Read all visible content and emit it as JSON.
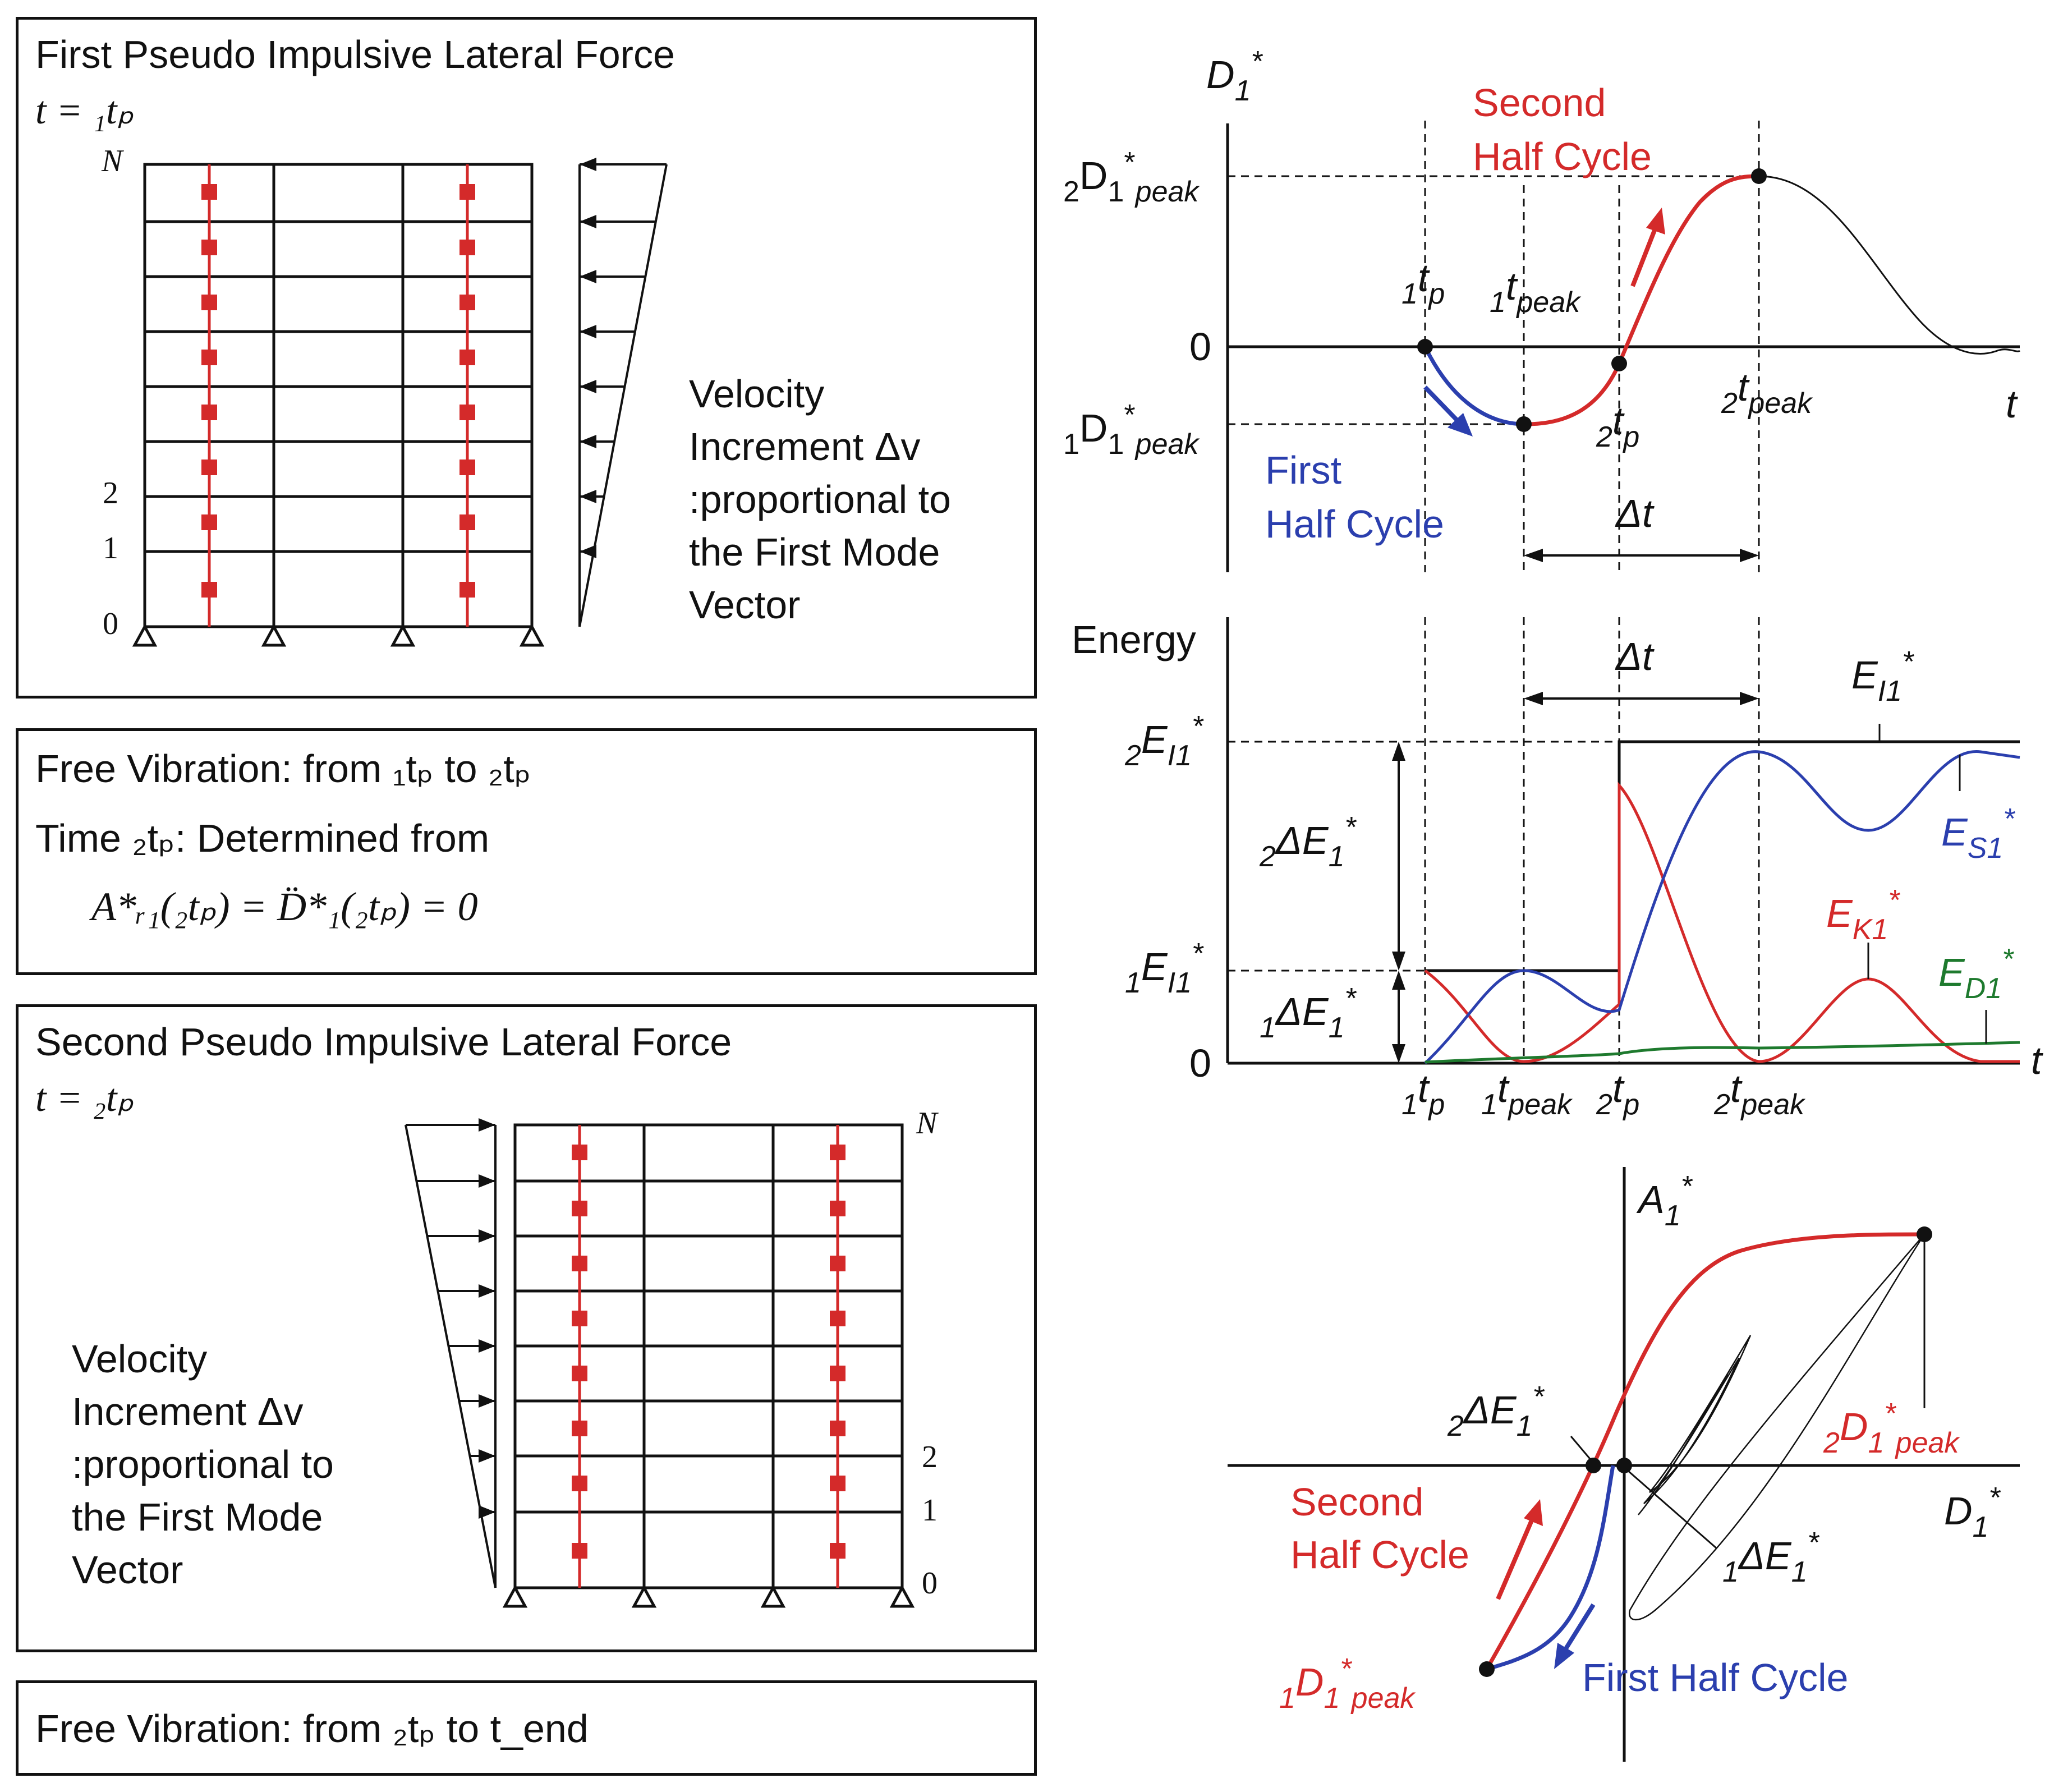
{
  "panels": {
    "p1": {
      "title": "First Pseudo Impulsive Lateral Force",
      "time_label": "t = ₁tₚ",
      "floor_top": "N",
      "floor_2": "2",
      "floor_1": "1",
      "floor_0": "0",
      "note": [
        "Velocity",
        "Increment Δv",
        ":proportional to",
        "the First Mode",
        "Vector"
      ]
    },
    "p2": {
      "line1": "Free Vibration: from ₁tₚ to ₂tₚ",
      "line2": "Time ₂tₚ: Determined from",
      "equation": "A*ᵣ₁(₂tₚ) = D̈*₁(₂tₚ) = 0"
    },
    "p3": {
      "title": "Second Pseudo Impulsive Lateral Force",
      "time_label": "t = ₂tₚ",
      "floor_top": "N",
      "floor_2": "2",
      "floor_1": "1",
      "floor_0": "0",
      "note": [
        "Velocity",
        "Increment Δv",
        ":proportional to",
        "the First Mode",
        "Vector"
      ]
    },
    "p4": {
      "line1": "Free Vibration:  from ₂tₚ to t_end"
    }
  },
  "chart_top": {
    "ylabel_main": "D",
    "ylabel_sub": "1",
    "ylabel_sup": "*",
    "xlabel": "t",
    "zero_label": "0",
    "second_half": [
      "Second",
      "Half Cycle"
    ],
    "first_half": [
      "First",
      "Half Cycle"
    ],
    "dt_label": "Δt",
    "peak2_label": {
      "pre": "2",
      "main": "D",
      "sub": "1",
      "sup": "*",
      "tail": "peak"
    },
    "peak1_label": {
      "pre": "1",
      "main": "D",
      "sub": "1",
      "sup": "*",
      "tail": "peak"
    },
    "t_labels": [
      {
        "main": "t",
        "pre": "1",
        "sub": "p"
      },
      {
        "main": "t",
        "pre": "1",
        "sub": "peak"
      },
      {
        "main": "t",
        "pre": "2",
        "sub": "p"
      },
      {
        "main": "t",
        "pre": "2",
        "sub": "peak"
      }
    ],
    "colors": {
      "first": "#2b3fae",
      "second": "#d42a2a",
      "free": "#111111"
    }
  },
  "chart_energy": {
    "ylabel": "Energy",
    "xlabel": "t",
    "zero_label": "0",
    "dt_label": "Δt",
    "ei_label": {
      "main": "E",
      "sub": "I1",
      "sup": "*"
    },
    "es_label": {
      "main": "E",
      "sub": "S1",
      "sup": "*"
    },
    "ek_label": {
      "main": "E",
      "sub": "K1",
      "sup": "*"
    },
    "ed_label": {
      "main": "E",
      "sub": "D1",
      "sup": "*"
    },
    "level2_label": {
      "pre": "2",
      "main": "E",
      "sub": "I1",
      "sup": "*"
    },
    "level1_label": {
      "pre": "1",
      "main": "E",
      "sub": "I1",
      "sup": "*"
    },
    "delta2_label": {
      "pre": "2",
      "main": "ΔE",
      "sub": "1",
      "sup": "*"
    },
    "delta1_label": {
      "pre": "1",
      "main": "ΔE",
      "sub": "1",
      "sup": "*"
    },
    "t_labels": [
      {
        "main": "t",
        "pre": "1",
        "sub": "p"
      },
      {
        "main": "t",
        "pre": "1",
        "sub": "peak"
      },
      {
        "main": "t",
        "pre": "2",
        "sub": "p"
      },
      {
        "main": "t",
        "pre": "2",
        "sub": "peak"
      }
    ],
    "colors": {
      "input": "#111111",
      "strain": "#2b3fae",
      "kinetic": "#d42a2a",
      "damping": "#1e7a2e"
    }
  },
  "chart_hyst": {
    "ylabel": {
      "main": "A",
      "sub": "1",
      "sup": "*"
    },
    "xlabel": {
      "main": "D",
      "sub": "1",
      "sup": "*"
    },
    "second_half": [
      "Second",
      "Half Cycle"
    ],
    "first_half": "First Half Cycle",
    "delta2_label": {
      "pre": "2",
      "main": "ΔE",
      "sub": "1",
      "sup": "*"
    },
    "delta1_label": {
      "pre": "1",
      "main": "ΔE",
      "sub": "1",
      "sup": "*"
    },
    "peak2_label": {
      "pre": "2",
      "main": "D",
      "sub": "1",
      "sup": "*",
      "tail": "peak"
    },
    "peak1_label": {
      "pre": "1",
      "main": "D",
      "sub": "1",
      "sup": "*",
      "tail": "peak"
    }
  }
}
